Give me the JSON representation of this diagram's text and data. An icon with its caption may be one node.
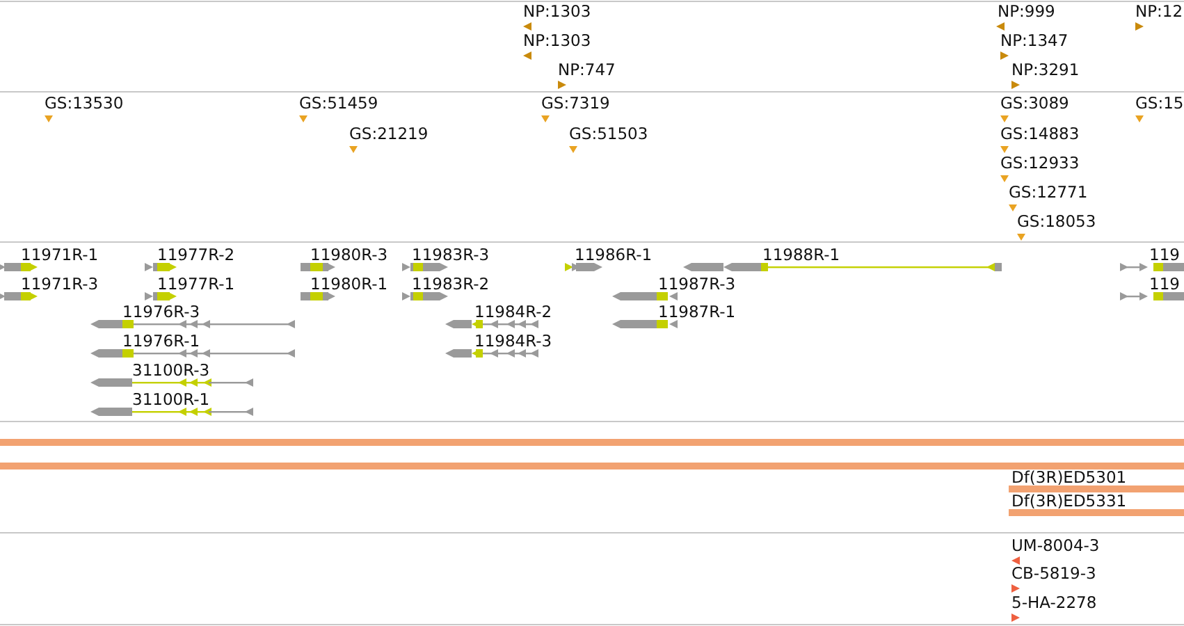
{
  "diagram": {
    "labels": [
      "NP:1303",
      "NP:999",
      "NP:12",
      "NP:1303",
      "NP:1347",
      "NP:747",
      "NP:3291",
      "GS:13530",
      "GS:51459",
      "GS:7319",
      "GS:3089",
      "GS:15",
      "GS:21219",
      "GS:51503",
      "GS:14883",
      "GS:12933",
      "GS:12771",
      "GS:18053",
      "11971R-1",
      "11977R-2",
      "11980R-3",
      "11983R-3",
      "11986R-1",
      "11988R-1",
      "119",
      "11971R-3",
      "11977R-1",
      "11980R-1",
      "11983R-2",
      "11987R-3",
      "119",
      "11976R-3",
      "11984R-2",
      "11987R-1",
      "11976R-1",
      "11984R-3",
      "31100R-3",
      "31100R-1",
      "Df(3R)ED5301",
      "Df(3R)ED5331",
      "UM-8004-3",
      "CB-5819-3",
      "5-HA-2278"
    ]
  }
}
